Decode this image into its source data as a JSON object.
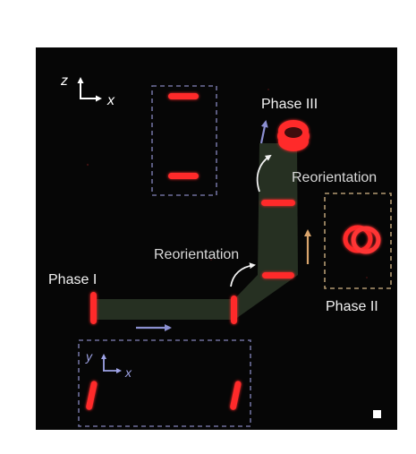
{
  "figure": {
    "axes_top": {
      "vertical": "z",
      "horizontal": "x"
    },
    "axes_bottom": {
      "vertical": "y",
      "horizontal": "x"
    },
    "labels": {
      "phase1": "Phase I",
      "phase2": "Phase II",
      "phase3": "Phase III",
      "reorientation_upper": "Reorientation",
      "reorientation_lower": "Reorientation"
    },
    "colors": {
      "background": "#060606",
      "track": "#2a3526",
      "ring": "#ff2a2a",
      "dashed_blue": "#6e6f9c",
      "dashed_tan": "#b39a72",
      "arrow_blue": "#8b8fd0",
      "arrow_tan": "#d9a46c",
      "arrow_white": "#f2f2f2",
      "text": "#f2f2f2"
    }
  }
}
